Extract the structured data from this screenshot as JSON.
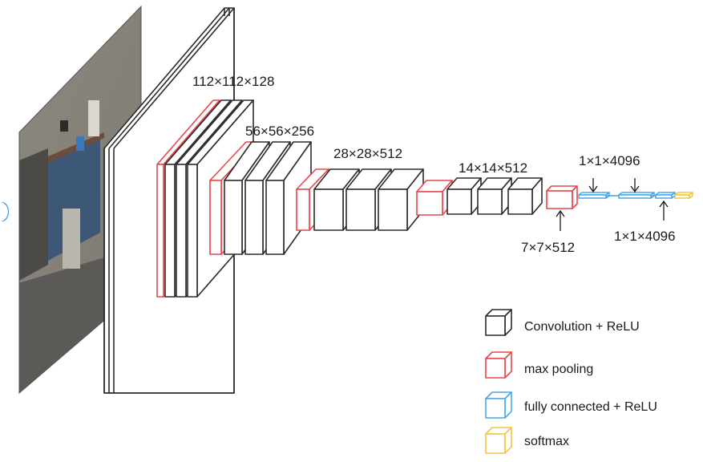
{
  "dimension_labels": {
    "conv2": "112×112×128",
    "conv3": "56×56×256",
    "conv4": "28×28×512",
    "conv5": "14×14×512",
    "pool5": "7×7×512",
    "fc_top": "1×1×4096",
    "fc_bottom": "1×1×4096"
  },
  "legend": {
    "conv": "Convolution + ReLU",
    "pool": "max pooling",
    "fc": "fully connected + ReLU",
    "softmax": "softmax"
  },
  "colors": {
    "conv": "#2b2b2b",
    "pool": "#e8454a",
    "fc": "#4aa7e6",
    "softmax": "#f2c542",
    "photo_wall": "#8e8a80",
    "photo_floor": "#5a5a58",
    "photo_desk": "#3f5a78"
  },
  "icons": {
    "input_image": "photo-room-scene",
    "left_edge_marker": "blue-circle-fragment"
  }
}
